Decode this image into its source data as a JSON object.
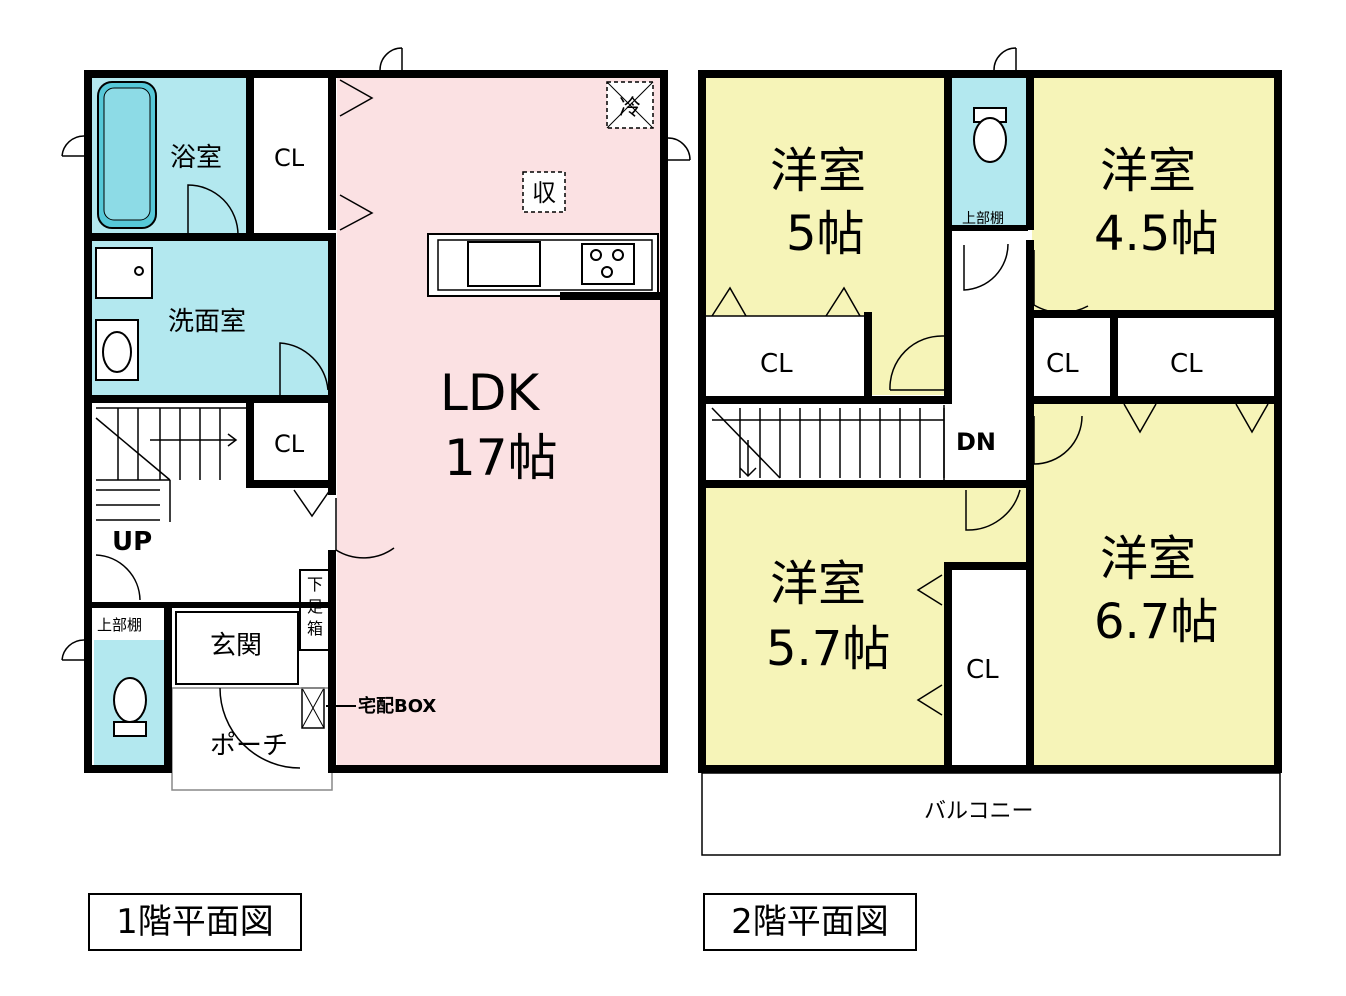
{
  "floor1": {
    "caption": "1階平面図",
    "bath": "浴室",
    "cl_top": "CL",
    "washroom": "洗面室",
    "cl_mid": "CL",
    "up": "UP",
    "upper_shelf": "上部棚",
    "entrance": "玄関",
    "shoe_box": "下足箱",
    "porch": "ポーチ",
    "delivery_box": "宅配BOX",
    "ldk": "LDK",
    "ldk_size": "17帖",
    "fridge": "冷",
    "storage": "収"
  },
  "floor2": {
    "caption": "2階平面図",
    "room_nw": "洋室",
    "room_nw_size": "5帖",
    "room_ne": "洋室",
    "room_ne_size": "4.5帖",
    "room_sw": "洋室",
    "room_sw_size": "5.7帖",
    "room_se": "洋室",
    "room_se_size": "6.7帖",
    "upper_shelf": "上部棚",
    "cl_nw": "CL",
    "cl_ne_small": "CL",
    "cl_ne_large": "CL",
    "cl_sw": "CL",
    "dn": "DN",
    "balcony": "バルコニー"
  },
  "colors": {
    "wet_area": "#b3e8ef",
    "ldk": "#fbe1e3",
    "western_room": "#f6f4b8",
    "wall": "#000000"
  }
}
